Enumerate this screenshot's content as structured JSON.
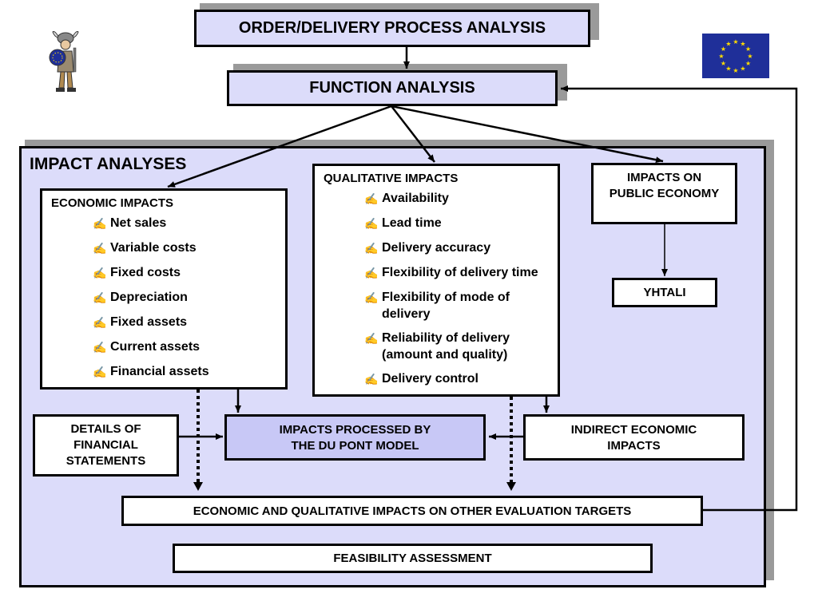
{
  "top": {
    "title": "ORDER/DELIVERY PROCESS ANALYSIS"
  },
  "function": {
    "title": "FUNCTION ANALYSIS"
  },
  "impact": {
    "title": "IMPACT ANALYSES"
  },
  "economic": {
    "title": "ECONOMIC IMPACTS",
    "items": [
      "Net sales",
      "Variable costs",
      "Fixed costs",
      "Depreciation",
      "Fixed assets",
      "Current assets",
      "Financial assets"
    ]
  },
  "qualitative": {
    "title": "QUALITATIVE IMPACTS",
    "items": [
      "Availability",
      "Lead time",
      "Delivery accuracy",
      "Flexibility of delivery time",
      "Flexibility of mode of delivery",
      "Reliability of delivery (amount and quality)",
      "Delivery control"
    ]
  },
  "public": {
    "line1": "IMPACTS ON",
    "line2": "PUBLIC ECONOMY"
  },
  "yhtali": {
    "label": "YHTALI"
  },
  "details": {
    "line1": "DETAILS OF",
    "line2": "FINANCIAL",
    "line3": "STATEMENTS"
  },
  "dupont": {
    "line1": "IMPACTS PROCESSED BY",
    "line2": "THE DU PONT  MODEL"
  },
  "indirect": {
    "line1": "INDIRECT ECONOMIC",
    "line2": "IMPACTS"
  },
  "other": {
    "label": "ECONOMIC AND QUALITATIVE IMPACTS ON OTHER EVALUATION TARGETS"
  },
  "feasibility": {
    "label": "FEASIBILITY ASSESSMENT"
  },
  "icons": {
    "bullet": "✍",
    "mascot": "viking-mascot",
    "flag": "eu-flag"
  },
  "colors": {
    "panel": "#dcdcfa",
    "dupont": "#c8c8f6",
    "shadow": "#9a9a9a",
    "flag": "#1f2f99",
    "stars": "#ffdd00"
  }
}
